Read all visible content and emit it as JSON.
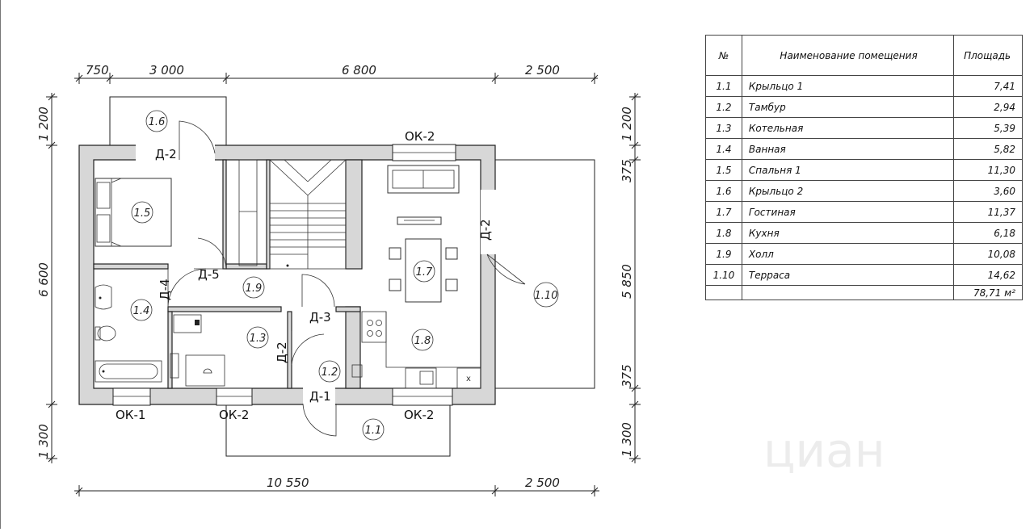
{
  "dimensions": {
    "top": [
      "750",
      "3 000",
      "6 800",
      "2 500"
    ],
    "bottom": [
      "10 550",
      "2 500"
    ],
    "left": [
      "1 200",
      "6 600",
      "1 300"
    ],
    "right": [
      "1 200",
      "375",
      "5 850",
      "375",
      "1 300"
    ]
  },
  "labels": {
    "windows": [
      "ОК-2",
      "ОК-1",
      "ОК-2",
      "ОК-2"
    ],
    "doors": [
      "Д-2",
      "Д-5",
      "Д-4",
      "Д-3",
      "Д-2",
      "Д-1",
      "Д-2"
    ]
  },
  "rooms": [
    "1.1",
    "1.2",
    "1.3",
    "1.4",
    "1.5",
    "1.6",
    "1.7",
    "1.8",
    "1.9",
    "1.10"
  ],
  "table": {
    "headers": [
      "№",
      "Наименование помещения",
      "Площадь"
    ],
    "rows": [
      {
        "no": "1.1",
        "name": "Крыльцо 1",
        "area": "7,41"
      },
      {
        "no": "1.2",
        "name": "Тамбур",
        "area": "2,94"
      },
      {
        "no": "1.3",
        "name": "Котельная",
        "area": "5,39"
      },
      {
        "no": "1.4",
        "name": "Ванная",
        "area": "5,82"
      },
      {
        "no": "1.5",
        "name": "Спальня 1",
        "area": "11,30"
      },
      {
        "no": "1.6",
        "name": "Крыльцо 2",
        "area": "3,60"
      },
      {
        "no": "1.7",
        "name": "Гостиная",
        "area": "11,37"
      },
      {
        "no": "1.8",
        "name": "Кухня",
        "area": "6,18"
      },
      {
        "no": "1.9",
        "name": "Холл",
        "area": "10,08"
      },
      {
        "no": "1.10",
        "name": "Терраса",
        "area": "14,62"
      }
    ],
    "total": "78,71 м²"
  },
  "watermark": "циан"
}
